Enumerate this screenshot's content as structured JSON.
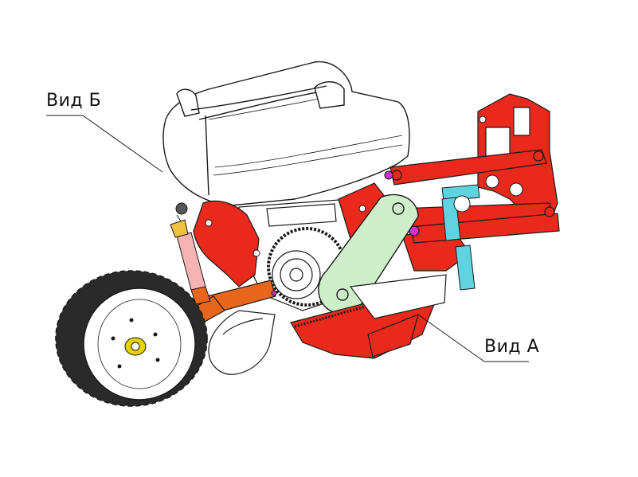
{
  "callouts": {
    "view_b": "Вид Б",
    "view_a": "Вид А"
  },
  "colors": {
    "frame_red": "#e8291c",
    "arm_orange": "#e8661c",
    "cover_green": "#cdeec9",
    "hopper_white": "#ffffff",
    "outline": "#1a1a1a",
    "wheel_tread": "#2a2a2a",
    "hub_yellow": "#e6d400",
    "spring_cyan": "#5fd3e0",
    "pivot_magenta": "#cc33cc"
  },
  "components": [
    "seed-hopper",
    "metering-housing",
    "main-frame",
    "parallel-linkage",
    "drive-chain-cover",
    "press-wheel",
    "depth-arm",
    "furrow-opener",
    "seed-disc",
    "tension-spring"
  ]
}
